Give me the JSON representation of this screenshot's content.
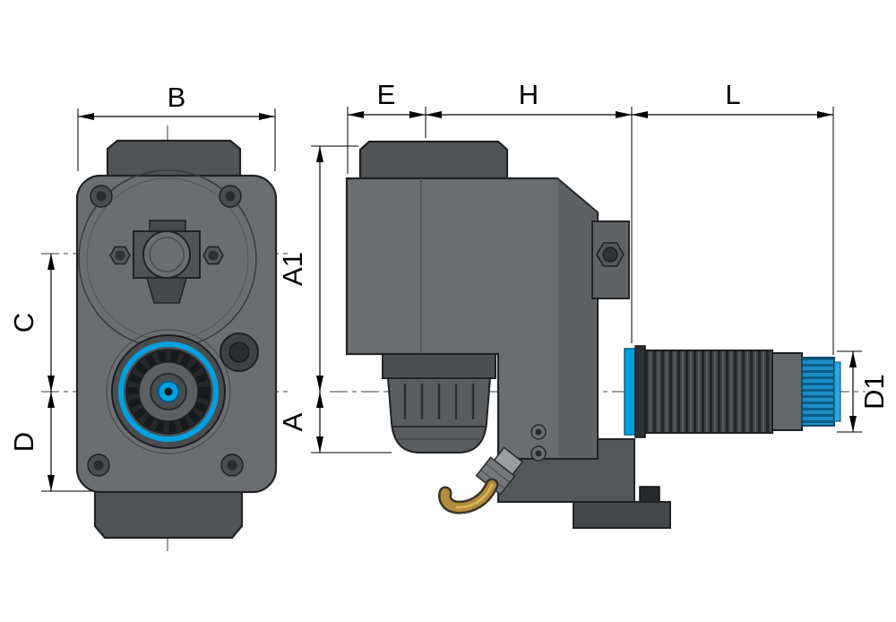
{
  "diagram": {
    "type": "technical-drawing",
    "views": {
      "front": "front-view",
      "side": "side-view"
    },
    "dimension_labels": {
      "b": "B",
      "e": "E",
      "h": "H",
      "l": "L",
      "a1": "A1",
      "a": "A",
      "c": "C",
      "d": "D",
      "d1": "D1"
    }
  },
  "colors": {
    "accent_blue": "#00a0e0",
    "accent_blue_dark": "#0a6a9d",
    "body_mid": "#6b6e71",
    "body_dark": "#515457",
    "body_darker": "#37393c",
    "outline": "#202224",
    "brass": "#b08c3c",
    "steel_light": "#9a9da0",
    "background": "#ffffff"
  }
}
